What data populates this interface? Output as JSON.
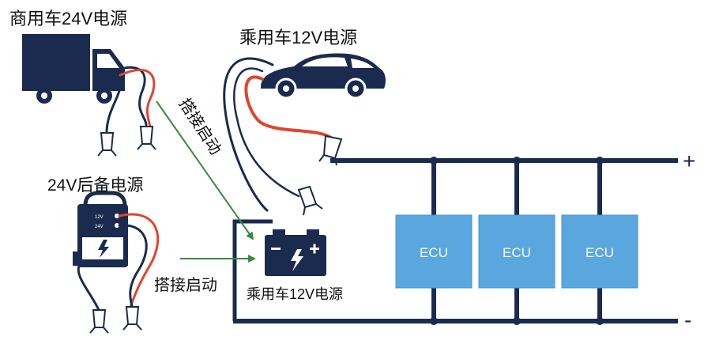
{
  "labels": {
    "truck_source": "商用车24V电源",
    "car_source": "乘用车12V电源",
    "backup_source": "24V后备电源",
    "jump_start_1": "搭接启动",
    "jump_start_2": "搭接启动",
    "battery_label": "乘用车12V电源",
    "positive": "+",
    "negative": "-"
  },
  "pack": {
    "v12": "12V",
    "v24": "24V"
  },
  "ecus": [
    {
      "label": "ECU"
    },
    {
      "label": "ECU"
    },
    {
      "label": "ECU"
    }
  ],
  "colors": {
    "navy": "#1a2b4f",
    "ecu_fill": "#5aa6de",
    "cable_red": "#e0452e",
    "arrow_green": "#3a8a3a"
  }
}
